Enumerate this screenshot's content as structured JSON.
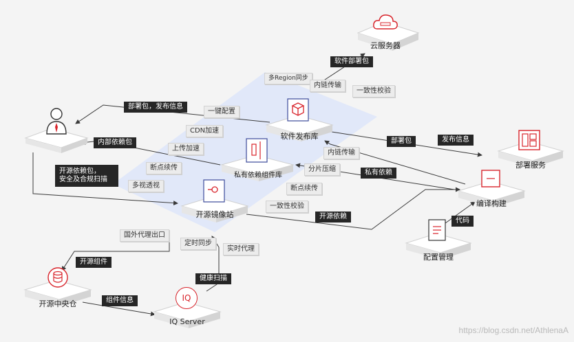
{
  "nodes": {
    "cloud_server": "云服务器",
    "software_repo": "软件发布库",
    "private_repo": "私有依赖组件库",
    "mirror_repo": "开源镜像站",
    "deploy_service": "部署服务",
    "build": "编译构建",
    "config_mgmt": "配置管理",
    "oss_center": "开源中央仓",
    "iq_server": "IQ Server",
    "iq_icon_text": "IQ"
  },
  "labels": {
    "software_package": "软件部署包",
    "multi_region": "多Region同步",
    "internal_transfer_top": "内链传输",
    "consistency_top": "一致性校验",
    "deploy_publish": "部署包，发布信息",
    "one_click": "一键配置",
    "cdn": "CDN加速",
    "internal_dep_pkg": "内部依赖包",
    "upload_accel": "上传加速",
    "resume_left": "断点续传",
    "multi_view": "多视透视",
    "oss_dep_pkg": "开源依赖包，\n安全及合规扫描",
    "internal_transfer_mid": "内链传输",
    "shard_compress": "分片压缩",
    "private_dep": "私有依赖",
    "resume_right": "断点续传",
    "consistency_bottom": "一致性校验",
    "oss_dep": "开源依赖",
    "deploy_pkg": "部署包",
    "publish_info": "发布信息",
    "code": "代码",
    "foreign_proxy": "国外代理出口",
    "scheduled_sync": "定时同步",
    "realtime_proxy": "实时代理",
    "oss_component": "开源组件",
    "health_scan": "健康扫描",
    "component_info": "组件信息"
  },
  "watermark": "https://blog.csdn.net/AthlenaA",
  "colors": {
    "accent": "#d8232a",
    "highlight": "#dbe4fb",
    "dark_tag": "#262626",
    "line": "#3a3a3a"
  }
}
